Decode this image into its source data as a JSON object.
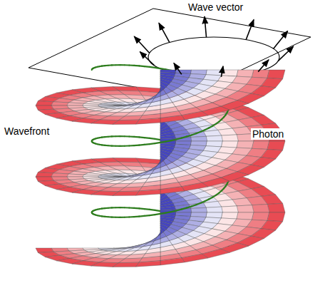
{
  "diagram": {
    "labels": [
      "Wave vector",
      "Wavefront",
      "Photon"
    ]
  }
}
